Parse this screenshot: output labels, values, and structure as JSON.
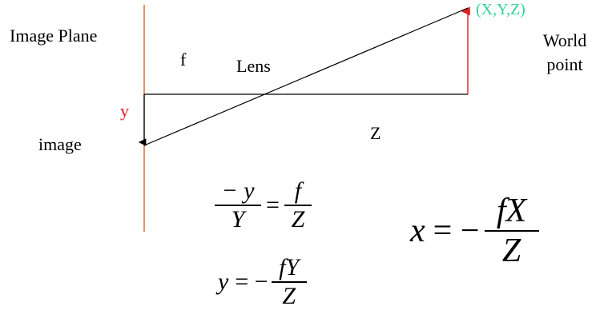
{
  "labels": {
    "image_plane": "Image Plane",
    "focal": "f",
    "lens": "Lens",
    "world_point": "World point",
    "world_coords": "(X,Y,Z)",
    "image_y": "y",
    "image": "image",
    "depth": "Z"
  },
  "equations": {
    "eq1": {
      "lhs_num": "− y",
      "lhs_den": "Y",
      "eq": "=",
      "rhs_num": "f",
      "rhs_den": "Z"
    },
    "eq2": {
      "lhs": "y",
      "eq": "= −",
      "rhs_num": "fY",
      "rhs_den": "Z"
    },
    "eq3": {
      "lhs": "x",
      "eq": "= −",
      "rhs_num": "fX",
      "rhs_den": "Z"
    }
  },
  "colors": {
    "image_plane_line": "#e07a3a",
    "world_arrow": "#dd2222",
    "world_coords_text": "#2fd39a",
    "image_y_text": "#e02020",
    "ray": "#000000"
  }
}
